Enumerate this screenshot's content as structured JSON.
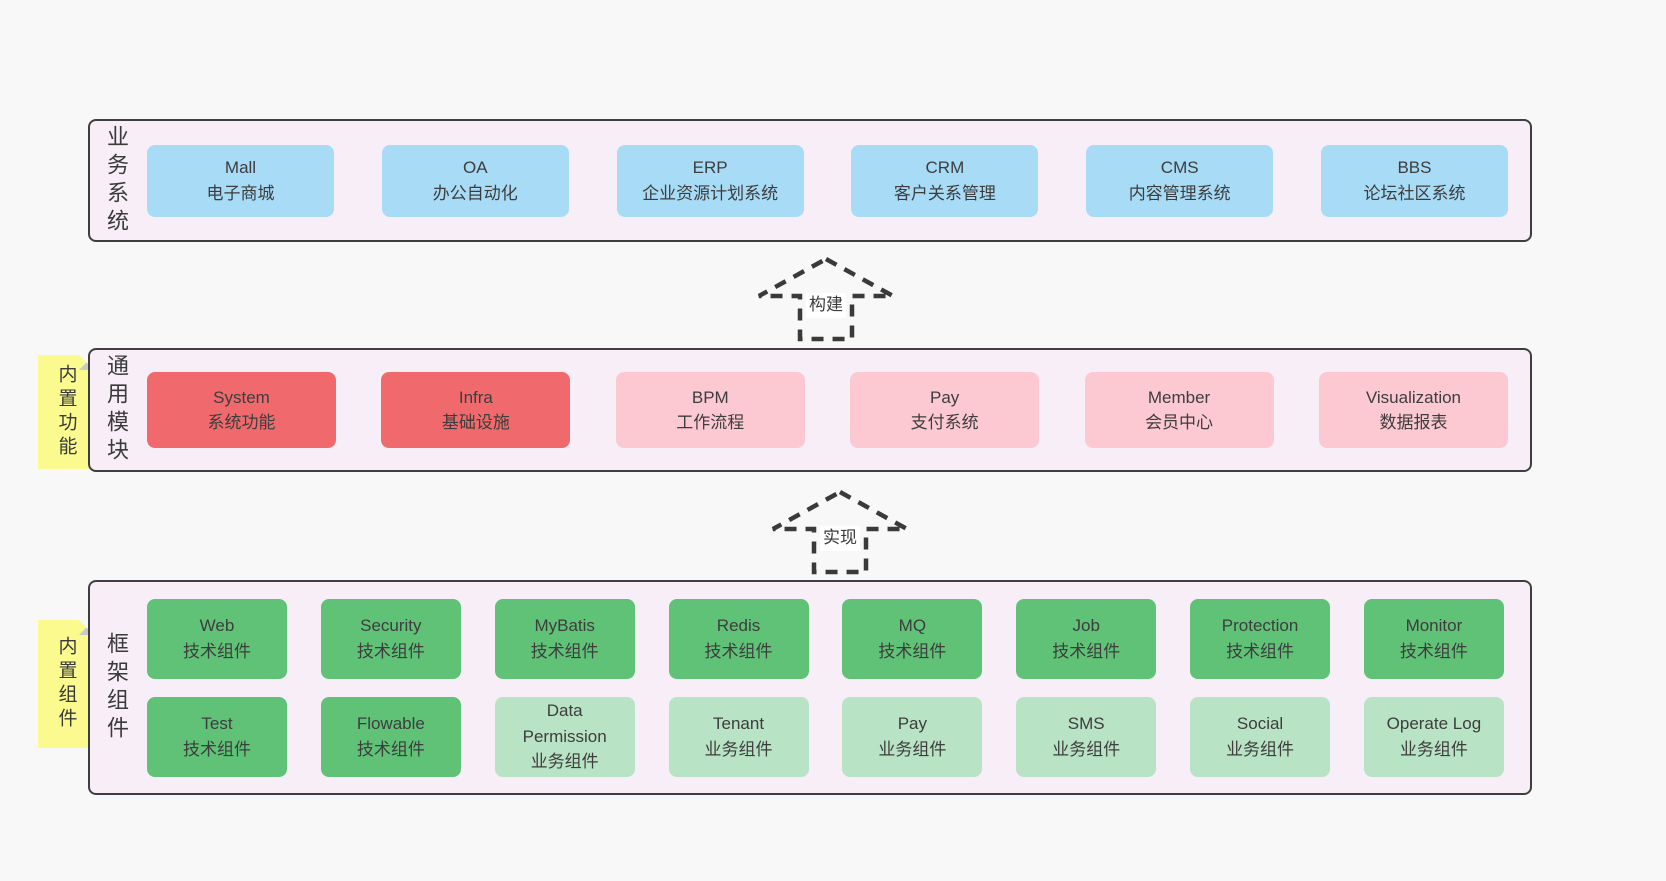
{
  "colors": {
    "page_bg": "#f8f8f8",
    "band_bg": "#f8eef7",
    "band_border": "#3f3f3f",
    "business_box_blue": "#a7dbf6",
    "core_module_box_red": "#f0696c",
    "module_box_pink": "#fcc9d3",
    "tech_component_box_green": "#5fc277",
    "biz_component_box_light_green": "#b9e3c5",
    "sticky_note_yellow": "#fbfa8e",
    "sticky_fold_gray": "#c9c9c9",
    "text": "#3d3d3d"
  },
  "arrows": {
    "build": "构建",
    "implement": "实现"
  },
  "top": {
    "label": "业务系统",
    "boxes": [
      {
        "en": "Mall",
        "zh": "电子商城"
      },
      {
        "en": "OA",
        "zh": "办公自动化"
      },
      {
        "en": "ERP",
        "zh": "企业资源计划系统"
      },
      {
        "en": "CRM",
        "zh": "客户关系管理"
      },
      {
        "en": "CMS",
        "zh": "内容管理系统"
      },
      {
        "en": "BBS",
        "zh": "论坛社区系统"
      }
    ]
  },
  "middle": {
    "sticky": "内置功能",
    "label": "通用模块",
    "boxes": [
      {
        "en": "System",
        "zh": "系统功能"
      },
      {
        "en": "Infra",
        "zh": "基础设施"
      },
      {
        "en": "BPM",
        "zh": "工作流程"
      },
      {
        "en": "Pay",
        "zh": "支付系统"
      },
      {
        "en": "Member",
        "zh": "会员中心"
      },
      {
        "en": "Visualization",
        "zh": "数据报表"
      }
    ]
  },
  "bottom": {
    "sticky": "内置组件",
    "label": "框架组件",
    "row1": [
      {
        "en": "Web",
        "zh": "技术组件"
      },
      {
        "en": "Security",
        "zh": "技术组件"
      },
      {
        "en": "MyBatis",
        "zh": "技术组件"
      },
      {
        "en": "Redis",
        "zh": "技术组件"
      },
      {
        "en": "MQ",
        "zh": "技术组件"
      },
      {
        "en": "Job",
        "zh": "技术组件"
      },
      {
        "en": "Protection",
        "zh": "技术组件"
      },
      {
        "en": "Monitor",
        "zh": "技术组件"
      }
    ],
    "row2": [
      {
        "en": "Test",
        "zh": "技术组件"
      },
      {
        "en": "Flowable",
        "zh": "技术组件"
      },
      {
        "en": "Data Permission",
        "zh": "业务组件"
      },
      {
        "en": "Tenant",
        "zh": "业务组件"
      },
      {
        "en": "Pay",
        "zh": "业务组件"
      },
      {
        "en": "SMS",
        "zh": "业务组件"
      },
      {
        "en": "Social",
        "zh": "业务组件"
      },
      {
        "en": "Operate Log",
        "zh": "业务组件"
      }
    ]
  }
}
